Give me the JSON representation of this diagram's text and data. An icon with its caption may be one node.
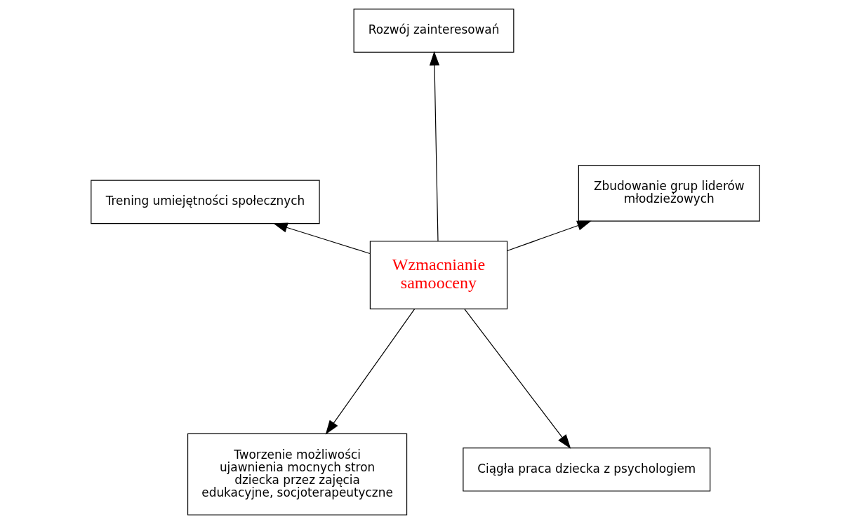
{
  "diagram": {
    "nodes": [
      {
        "text": [
          "Tworzenie możliwości ujawnienia mocnych stron dziecka przez zajęcia edukacyjne, socjoterapeutyczne"
        ]
      },
      {
        "text": [
          "Ciągła praca dziecka z psychologiem"
        ]
      },
      {
        "text": [
          "Wzmacnianie samooceny"
        ]
      },
      {
        "text": [
          "Rozwój zainteresowań"
        ]
      },
      {
        "text": [
          "Zbudowanie grup liderów młodzieżowych"
        ]
      },
      {
        "text": [
          "Trening umiejętności społecznych"
        ]
      }
    ],
    "edges": [
      {
        "from": 2,
        "to": 0,
        "arrow": "to"
      },
      {
        "from": 2,
        "to": 1,
        "arrow": "to"
      },
      {
        "from": 2,
        "to": 3,
        "arrow": "to"
      },
      {
        "from": 2,
        "to": 5,
        "arrow": "to"
      },
      {
        "from": 2,
        "to": 4,
        "arrow": "to"
      }
    ]
  }
}
